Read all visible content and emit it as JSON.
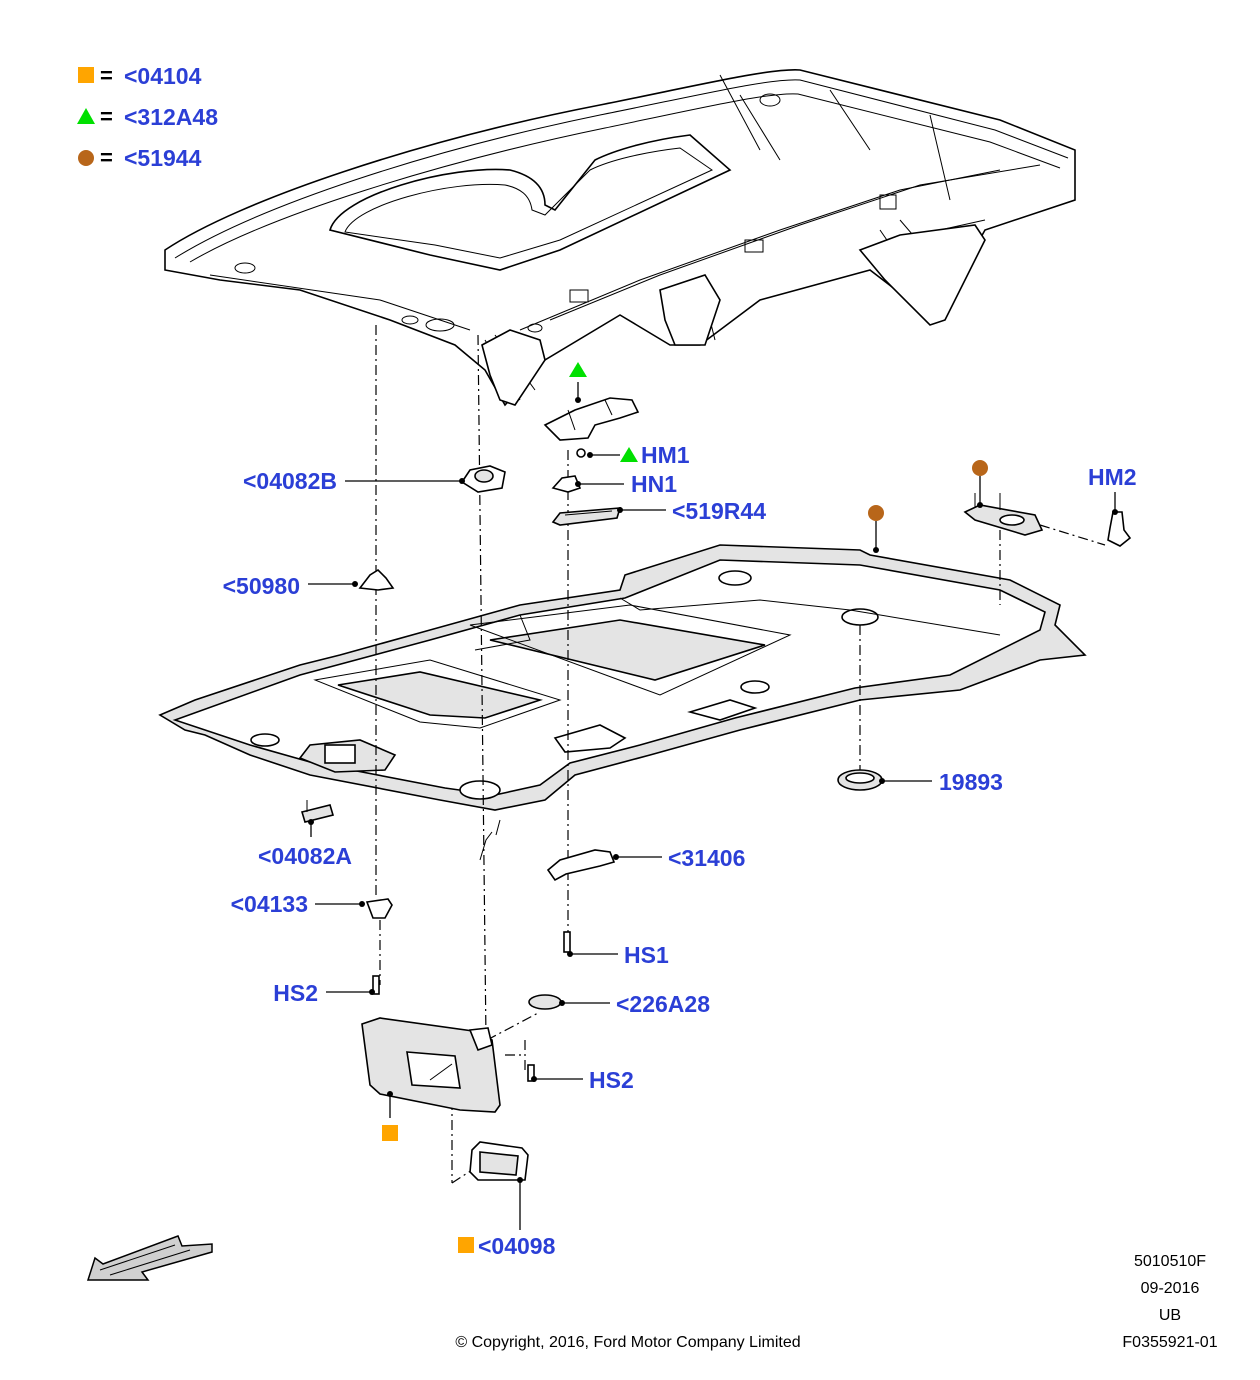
{
  "legend": [
    {
      "symbol": "square",
      "color": "#FFA500",
      "eq": "=",
      "text": "<04104"
    },
    {
      "symbol": "triangle",
      "color": "#00E000",
      "eq": "=",
      "text": "<312A48"
    },
    {
      "symbol": "circle",
      "color": "#B8661A",
      "eq": "=",
      "text": "<51944"
    }
  ],
  "callouts": {
    "c04082B": "<04082B",
    "c50980": "<50980",
    "c04082A": "<04082A",
    "c04133": "<04133",
    "hs2_left": "HS2",
    "hm1": "HM1",
    "hn1": "HN1",
    "c519R44": "<519R44",
    "hm2": "HM2",
    "p19893": "19893",
    "c31406": "<31406",
    "hs1": "HS1",
    "c226A28": "<226A28",
    "hs2_right": "HS2",
    "c04098": "<04098"
  },
  "footer": {
    "code": "5010510F",
    "date": "09-2016",
    "region": "UB",
    "copyright": "© Copyright, 2016, Ford Motor Company Limited",
    "figure_id": "F0355921-01"
  },
  "colors": {
    "callout_text": "#2b3fd6",
    "square_marker": "#FFA500",
    "triangle_marker": "#00E000",
    "circle_marker": "#B8661A"
  }
}
